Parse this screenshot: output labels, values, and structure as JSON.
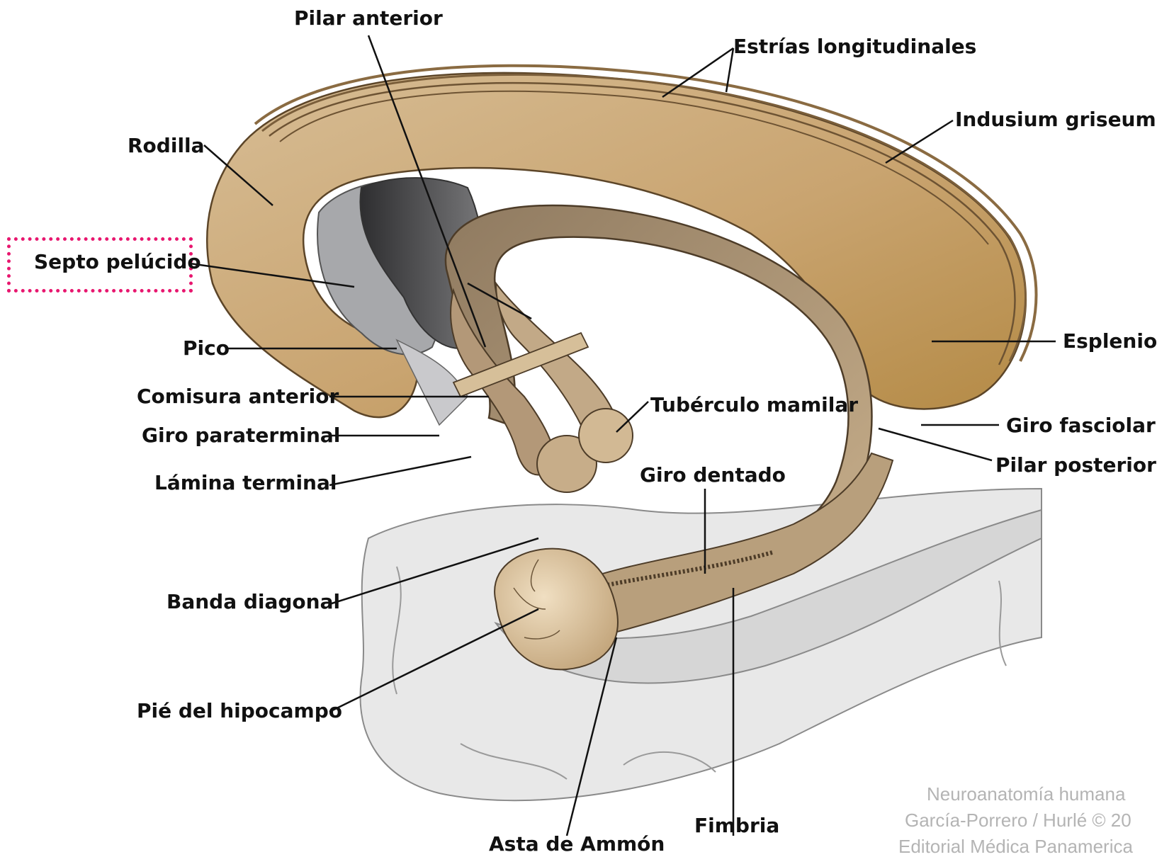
{
  "labels": {
    "pilar_anterior": "Pilar anterior",
    "estrias_longitudinales": "Estrías longitudinales",
    "indusium_griseum": "Indusium griseum",
    "rodilla": "Rodilla",
    "septo_pelucido": "Septo pelúcido",
    "pico": "Pico",
    "esplenio": "Esplenio",
    "comisura_anterior": "Comisura anterior",
    "tuberculo_mamilar": "Tubérculo mamilar",
    "giro_fasciolar": "Giro fasciolar",
    "giro_paraterminal": "Giro paraterminal",
    "pilar_posterior": "Pilar posterior",
    "lamina_terminal": "Lámina terminal",
    "giro_dentado": "Giro dentado",
    "banda_diagonal": "Banda diagonal",
    "pie_del_hipocampo": "Pié del hipocampo",
    "fimbria": "Fimbria",
    "asta_de_ammon": "Asta de Ammón"
  },
  "credit": {
    "line1": "Neuroanatomía humana",
    "line2": "García-Porrero / Hurlé © 20",
    "line3": "Editorial Médica Panamerica"
  },
  "highlighted_label": "septo_pelucido",
  "colors": {
    "corpus_callosum": "#c8a57a",
    "fornix": "#a88c6a",
    "highlight": "#e8176f",
    "gray_matter": "#e6e6e6",
    "ventricle_dark": "#3c3c3e"
  }
}
